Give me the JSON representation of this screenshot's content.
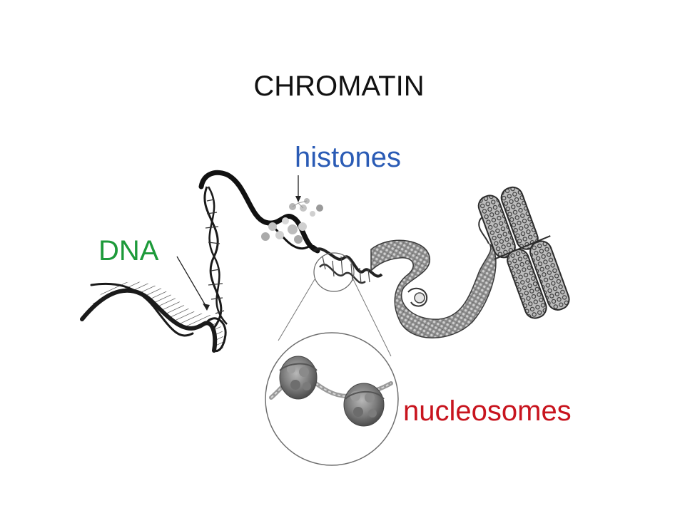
{
  "diagram": {
    "title": "CHROMATIN",
    "labels": {
      "dna": "DNA",
      "histones": "histones",
      "nucleosomes": "nucleosomes"
    },
    "colors": {
      "title": "#111111",
      "dna": "#1d9a3a",
      "histones": "#2a5bb5",
      "nucleosomes": "#c8141e",
      "ink": "#1a1a1a",
      "gray": "#7a7a7a"
    }
  }
}
